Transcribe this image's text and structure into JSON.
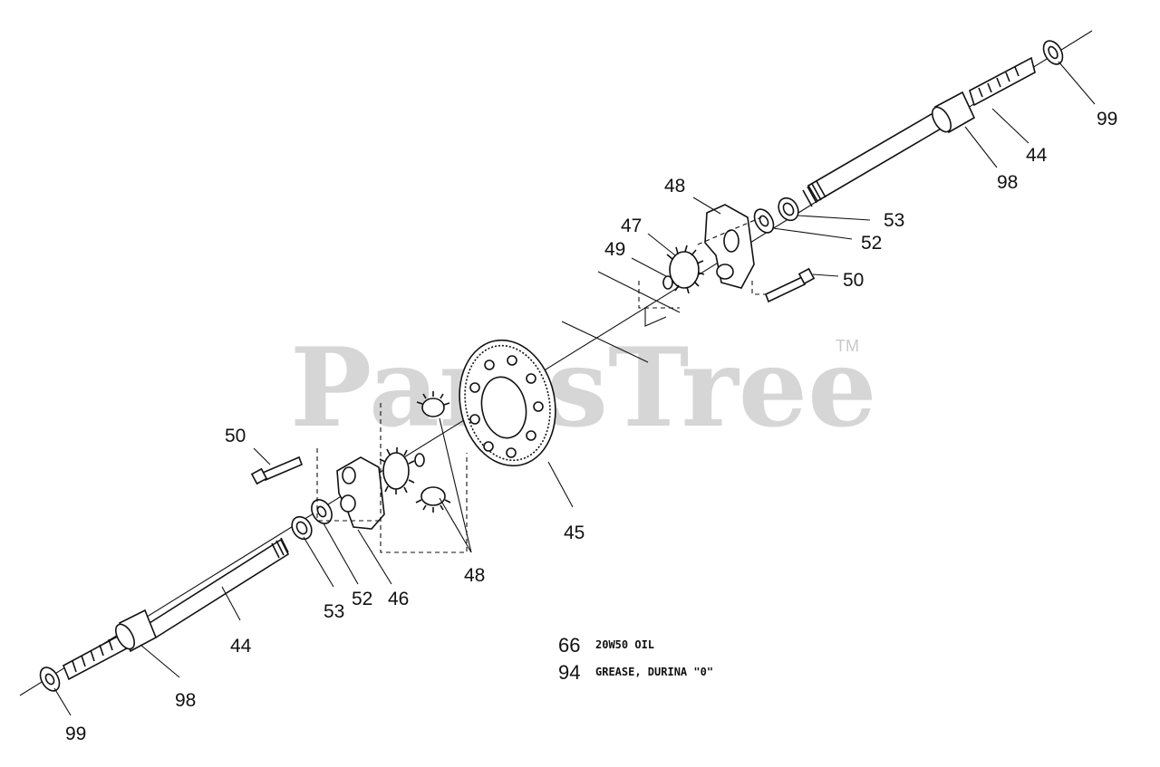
{
  "watermark": {
    "text": "PartsTree",
    "trademark": "TM"
  },
  "callouts": {
    "c99_top": "99",
    "c44_top": "44",
    "c98_top": "98",
    "c48_top": "48",
    "c53_top": "53",
    "c52_top": "52",
    "c47": "47",
    "c49": "49",
    "c50_right": "50",
    "c50_left": "50",
    "c45": "45",
    "c48_bottom": "48",
    "c53_bottom": "53",
    "c52_bottom": "52",
    "c46": "46",
    "c44_bottom": "44",
    "c98_bottom": "98",
    "c99_bottom": "99"
  },
  "notes": [
    {
      "number": "66",
      "text": "20W50 OIL"
    },
    {
      "number": "94",
      "text": "GREASE, DURINA \"0\""
    }
  ]
}
